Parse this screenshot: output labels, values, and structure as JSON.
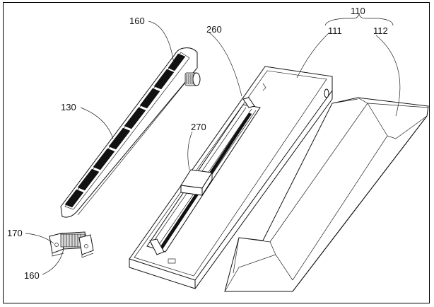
{
  "labels": {
    "l110": "110",
    "l111": "111",
    "l112": "112",
    "l130": "130",
    "l160a": "160",
    "l160b": "160",
    "l170": "170",
    "l260": "260",
    "l270": "270"
  }
}
